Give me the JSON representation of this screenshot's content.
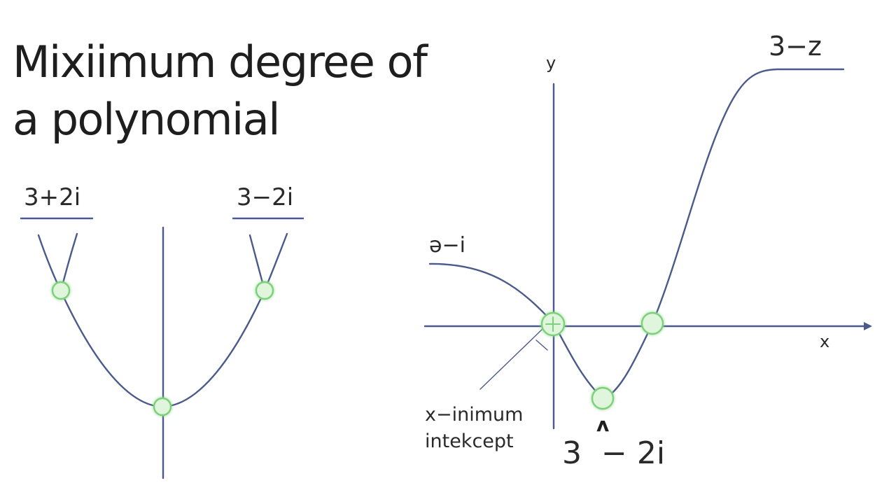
{
  "title": {
    "line1": "Mixiimum degree of",
    "line2": "a polynomial"
  },
  "left_diagram": {
    "root_left_label": "3+2i",
    "root_right_label": "3−2i"
  },
  "right_graph": {
    "y_axis_label": "y",
    "x_axis_label": "x",
    "top_right_label": "3−z",
    "left_curve_label": "ə−i",
    "annotation_line1": "x−inimum",
    "annotation_line2": "intekcept",
    "bottom_root_label": "3  − 2i",
    "arrow_glyph": "ʌ"
  },
  "colors": {
    "curve": "#4a5a8a",
    "axis": "#4a5a8a",
    "marker_fill": "#dff5dc",
    "marker_stroke": "#7ed07a",
    "text": "#1e1e1e"
  }
}
